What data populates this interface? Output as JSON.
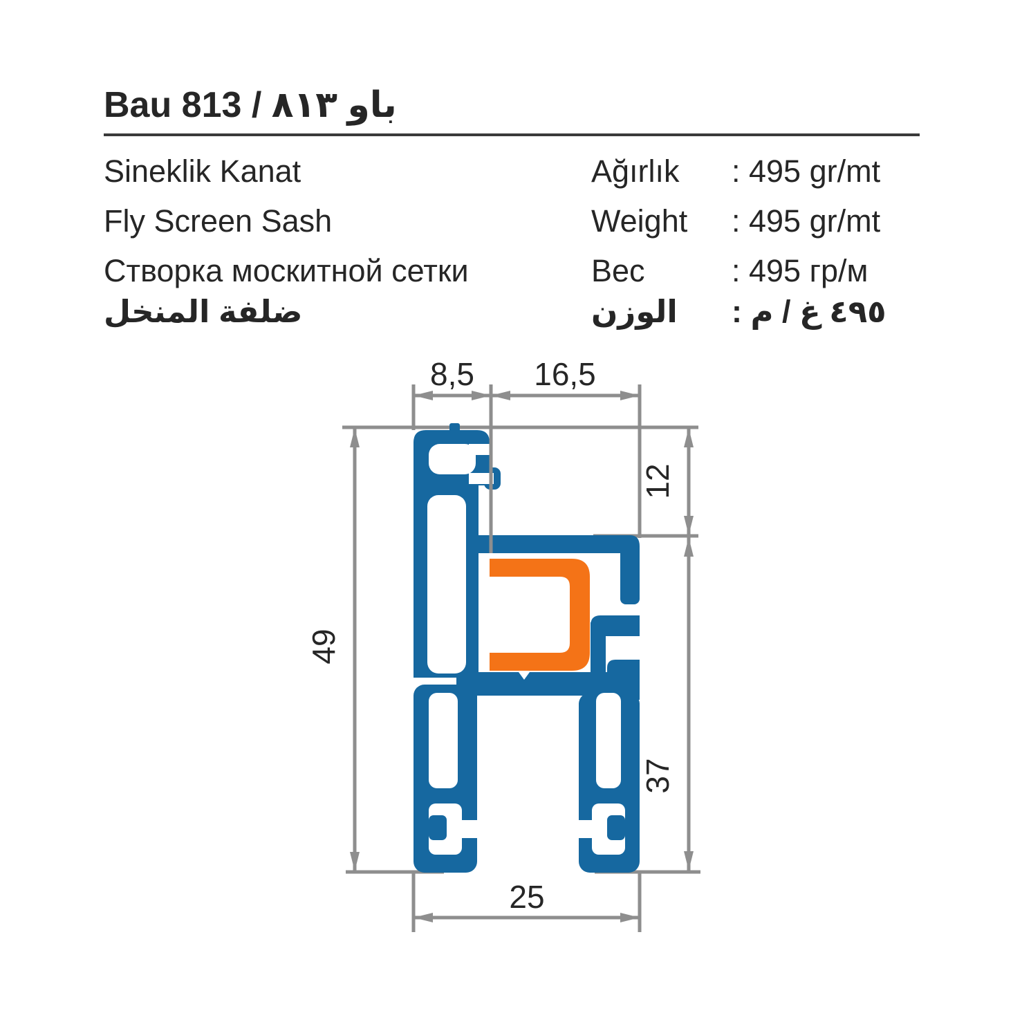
{
  "header": {
    "title_latin": "Bau 813 /",
    "title_arabic": "باو ٨١٣"
  },
  "info": {
    "rows": [
      {
        "name": "Sineklik Kanat",
        "label": "Ağırlık",
        "value": ": 495 gr/mt"
      },
      {
        "name": "Fly Screen Sash",
        "label": "Weight",
        "value": ": 495 gr/mt"
      },
      {
        "name": "Створка москитной сетки",
        "label": "Вес",
        "value": ": 495 гр/м"
      },
      {
        "name": "ضلفة المنخل",
        "label": "الوزن",
        "value": ": ٤٩٥ غ / م"
      }
    ]
  },
  "drawing": {
    "description": "Aluminium fly screen sash profile cross-section with dimensions in mm",
    "dims": {
      "top_left": "8,5",
      "top_right": "16,5",
      "overall_height": "49",
      "upper_right": "12",
      "lower_right": "37",
      "bottom_width": "25"
    }
  },
  "colors": {
    "profile_blue": "#1668A0",
    "insert_orange": "#F47317",
    "dim_gray": "#8E8E8E",
    "text_dark": "#262626",
    "rule_dark": "#3a3a3a"
  }
}
